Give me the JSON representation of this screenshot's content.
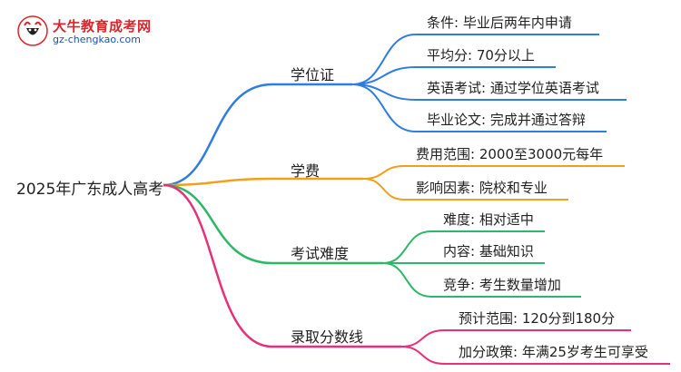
{
  "logo": {
    "title": "大牛教育成考网",
    "url": "gz-chengkao.com"
  },
  "root": "2025年广东成人高考",
  "colors": {
    "blue": "#2f7de1",
    "orange": "#f2a019",
    "green": "#2cb866",
    "pink": "#e8307a"
  },
  "branches": [
    {
      "label": "学位证",
      "leaves": [
        "条件: 毕业后两年内申请",
        "平均分: 70分以上",
        "英语考试: 通过学位英语考试",
        "毕业论文: 完成并通过答辩"
      ]
    },
    {
      "label": "学费",
      "leaves": [
        "费用范围: 2000至3000元每年",
        "影响因素: 院校和专业"
      ]
    },
    {
      "label": "考试难度",
      "leaves": [
        "难度: 相对适中",
        "内容: 基础知识",
        "竞争: 考生数量增加"
      ]
    },
    {
      "label": "录取分数线",
      "leaves": [
        "预计范围: 120分到180分",
        "加分政策: 年满25岁考生可享受"
      ]
    }
  ]
}
